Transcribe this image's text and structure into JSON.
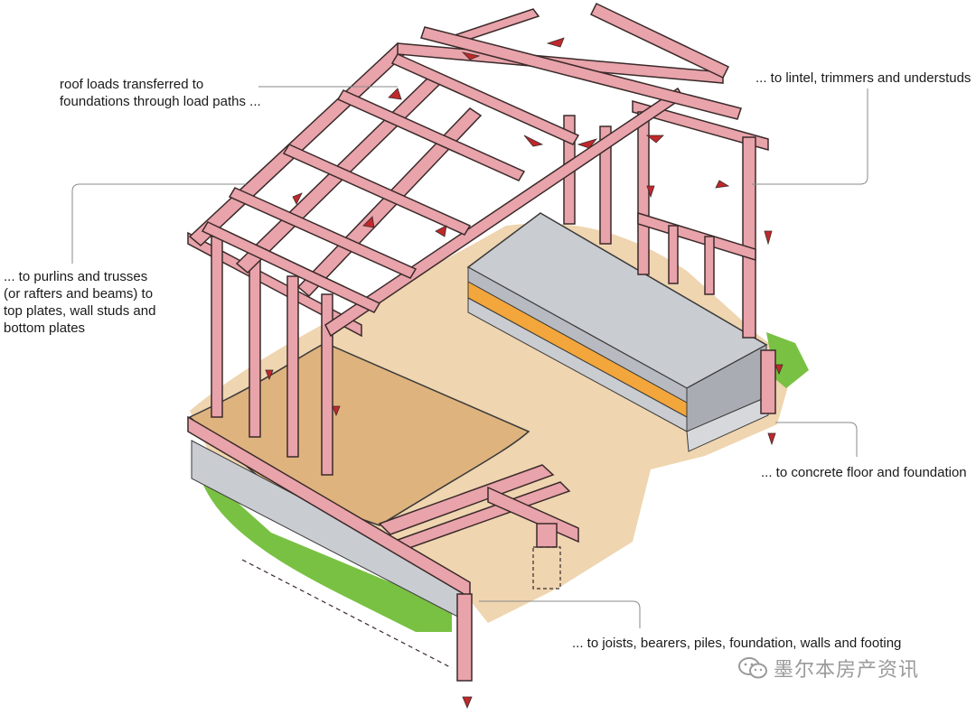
{
  "callouts": {
    "roof": [
      "roof loads transferred to",
      "foundations through load paths ..."
    ],
    "purlins": [
      "... to purlins and trusses",
      "(or rafters and beams) to",
      "top plates, wall studs and",
      "bottom plates"
    ],
    "lintel": "... to lintel, trimmers and understuds",
    "concrete": "... to concrete floor and foundation",
    "joists": "... to joists, bearers, piles, foundation, walls and footing"
  },
  "watermark": {
    "icon": "wechat-icon",
    "text": "墨尔本房产资讯"
  },
  "colors": {
    "timber": "#e9a3aa",
    "timber_outline": "#3a2a2a",
    "arrow": "#c0282b",
    "slab": "#c9ccd1",
    "insulation": "#f2a63b",
    "ground_fill": "#efd5b0",
    "floor_board": "#dfb37e",
    "grass": "#79c143",
    "leader": "#8a8a8a"
  }
}
